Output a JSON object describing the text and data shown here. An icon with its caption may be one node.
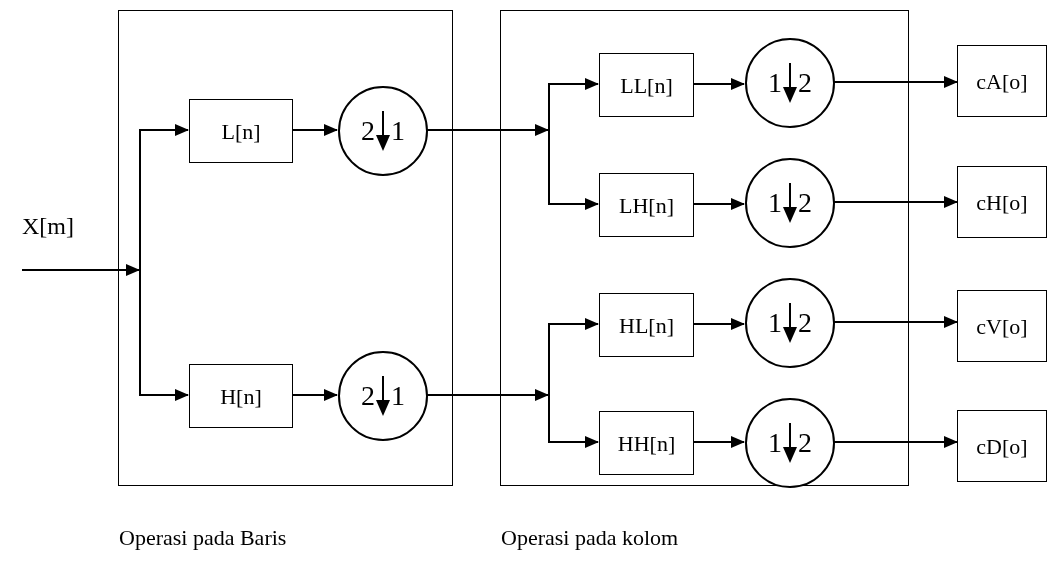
{
  "diagram": {
    "nodes": [
      {
        "text": [
          "Operasi pada Baris"
        ]
      },
      {
        "text": [
          "Operasi pada kolom"
        ]
      },
      {
        "text": [
          "X[m]"
        ]
      },
      {
        "text": [
          "L[n]"
        ],
        "in": 0
      },
      {
        "text": [
          "2",
          "1"
        ],
        "in": 0
      },
      {
        "text": [
          "H[n]"
        ],
        "in": 0
      },
      {
        "text": [
          "2",
          "1"
        ],
        "in": 0
      },
      {
        "text": [
          "LL[n]"
        ],
        "in": 1
      },
      {
        "text": [
          "1",
          "2"
        ],
        "in": 1
      },
      {
        "text": [
          "LH[n]"
        ],
        "in": 1
      },
      {
        "text": [
          "1",
          "2"
        ],
        "in": 1
      },
      {
        "text": [
          "HL[n]"
        ],
        "in": 1
      },
      {
        "text": [
          "1",
          "2"
        ],
        "in": 1
      },
      {
        "text": [
          "HH[n]"
        ],
        "in": 1
      },
      {
        "text": [
          "1",
          "2"
        ],
        "in": 1
      },
      {
        "text": [
          "cA[o]"
        ]
      },
      {
        "text": [
          "cH[o]"
        ]
      },
      {
        "text": [
          "cV[o]"
        ]
      },
      {
        "text": [
          "cD[o]"
        ]
      }
    ],
    "edges": [
      {
        "from": 2,
        "to": 3,
        "arrow": "to"
      },
      {
        "from": 2,
        "to": 5,
        "arrow": "to"
      },
      {
        "from": 3,
        "to": 4,
        "arrow": "to"
      },
      {
        "from": 5,
        "to": 6,
        "arrow": "to"
      },
      {
        "from": 4,
        "to": 7,
        "arrow": "to"
      },
      {
        "from": 4,
        "to": 9,
        "arrow": "to"
      },
      {
        "from": 6,
        "to": 11,
        "arrow": "to"
      },
      {
        "from": 6,
        "to": 13,
        "arrow": "to"
      },
      {
        "from": 7,
        "to": 8,
        "arrow": "to"
      },
      {
        "from": 9,
        "to": 10,
        "arrow": "to"
      },
      {
        "from": 11,
        "to": 12,
        "arrow": "to"
      },
      {
        "from": 13,
        "to": 14,
        "arrow": "to"
      },
      {
        "from": 8,
        "to": 15,
        "arrow": "to"
      },
      {
        "from": 10,
        "to": 16,
        "arrow": "to"
      },
      {
        "from": 12,
        "to": 17,
        "arrow": "to"
      },
      {
        "from": 14,
        "to": 18,
        "arrow": "to"
      }
    ]
  }
}
